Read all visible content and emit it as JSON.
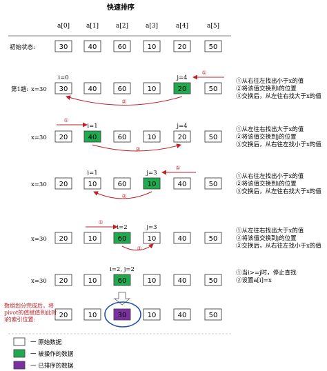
{
  "title": "快速排序",
  "headers": [
    "a[0]",
    "a[1]",
    "a[2]",
    "a[3]",
    "a[4]",
    "a[5]"
  ],
  "colors": {
    "operating": "#1faa4f",
    "sorted": "#7b2fa0",
    "arrow": "#c0202a",
    "circle": "#1f4fb0"
  },
  "rows": [
    {
      "label": "初始状态:",
      "x_label": "",
      "values": [
        "30",
        "40",
        "60",
        "10",
        "20",
        "50"
      ],
      "states": [
        "n",
        "n",
        "n",
        "n",
        "n",
        "n"
      ],
      "pointers": [],
      "notes": []
    },
    {
      "label": "第1趟:",
      "x_label": "x=30",
      "values": [
        "30",
        "40",
        "60",
        "10",
        "20",
        "50"
      ],
      "states": [
        "n",
        "n",
        "n",
        "n",
        "g",
        "n"
      ],
      "pointers": [
        {
          "text": "i=0",
          "col": 0
        },
        {
          "text": "j=4",
          "col": 4,
          "color": "red"
        }
      ],
      "notes": [
        "①从右往左找出小于x的值",
        "②将该值交换到i的位置",
        "③交换后，从左往右找大于x的值"
      ]
    },
    {
      "label": "",
      "x_label": "x=30",
      "values": [
        "20",
        "40",
        "60",
        "10",
        "20",
        "50"
      ],
      "states": [
        "n",
        "g",
        "n",
        "n",
        "n",
        "n"
      ],
      "pointers": [
        {
          "text": "i=1",
          "col": 1,
          "color": "red"
        },
        {
          "text": "j=4",
          "col": 4
        }
      ],
      "notes": [
        "①从左往右找出大于x的值",
        "②将该值交换到j的位置",
        "③交换后，从右往左找小于x的值"
      ]
    },
    {
      "label": "",
      "x_label": "x=30",
      "values": [
        "20",
        "10",
        "60",
        "10",
        "40",
        "50"
      ],
      "states": [
        "n",
        "n",
        "n",
        "g",
        "n",
        "n"
      ],
      "pointers": [
        {
          "text": "i=1",
          "col": 1
        },
        {
          "text": "j=3",
          "col": 3,
          "color": "red"
        }
      ],
      "notes": [
        "①从右往左找出小于x的值",
        "②将该值交换到i的位置",
        "③交换后，从左往右找大于x的值"
      ]
    },
    {
      "label": "",
      "x_label": "x=30",
      "values": [
        "20",
        "10",
        "60",
        "10",
        "40",
        "50"
      ],
      "states": [
        "n",
        "n",
        "g",
        "n",
        "n",
        "n"
      ],
      "pointers": [
        {
          "text": "i=2",
          "col": 2,
          "color": "red"
        },
        {
          "text": "j=3",
          "col": 3
        }
      ],
      "notes": [
        "①从左往右找出大于x的值",
        "②将该值交换到j的位置",
        "③交换后，从右往左找小于x的值"
      ]
    },
    {
      "label": "",
      "x_label": "x=30",
      "values": [
        "20",
        "10",
        "60",
        "10",
        "40",
        "50"
      ],
      "states": [
        "n",
        "n",
        "g",
        "n",
        "n",
        "n"
      ],
      "pointers": [
        {
          "text": "i=2, j=2",
          "col": 2
        }
      ],
      "notes": [
        "①当i>=j时，停止查找",
        "②设置a[i]=x"
      ]
    },
    {
      "label": "",
      "x_label": "",
      "values": [
        "20",
        "10",
        "30",
        "10",
        "40",
        "50"
      ],
      "states": [
        "n",
        "n",
        "p",
        "n",
        "n",
        "n"
      ],
      "pointers": [],
      "notes": []
    }
  ],
  "arrow_labels": {
    "one": "①",
    "two": "②"
  },
  "red_note": [
    "数组划分完成后，将",
    "pivot的值赋值到此时",
    "i的索引位置:"
  ],
  "legend": [
    {
      "state": "n",
      "text": "一   原始数据"
    },
    {
      "state": "g",
      "text": "一   被操作的数据"
    },
    {
      "state": "p",
      "text": "一   已排序的数据"
    }
  ]
}
